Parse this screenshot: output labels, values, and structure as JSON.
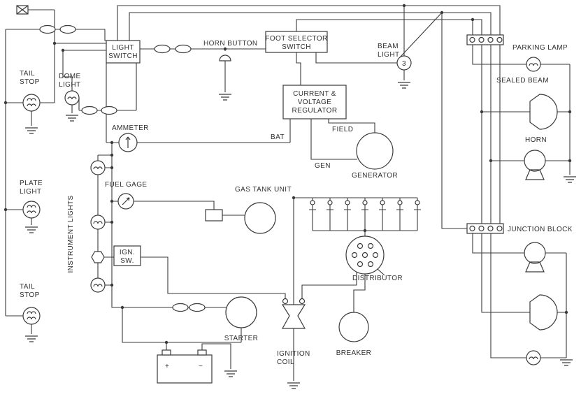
{
  "diagram": {
    "labels": {
      "tail_stop_top_1": "TAIL",
      "tail_stop_top_2": "STOP",
      "dome_light_1": "DOME",
      "dome_light_2": "LIGHT",
      "light_switch_1": "LIGHT",
      "light_switch_2": "SWITCH",
      "horn_button": "HORN BUTTON",
      "foot_selector_1": "FOOT SELECTOR",
      "foot_selector_2": "SWITCH",
      "beam_light_1": "BEAM",
      "beam_light_2": "LIGHT",
      "beam_light_filament": "3",
      "parking_lamp": "PARKING LAMP",
      "sealed_beam": "SEALED BEAM",
      "horn": "HORN",
      "regulator_1": "CURRENT &",
      "regulator_2": "VOLTAGE",
      "regulator_3": "REGULATOR",
      "bat": "BAT",
      "gen": "GEN",
      "field": "FIELD",
      "generator": "GENERATOR",
      "ammeter": "AMMETER",
      "fuel_gage": "FUEL GAGE",
      "plate_light_1": "PLATE",
      "plate_light_2": "LIGHT",
      "instrument_lights": "INSTRUMENT LIGHTS",
      "ign_sw_1": "IGN.",
      "ign_sw_2": "SW.",
      "gas_tank_unit": "GAS TANK UNIT",
      "junction_block": "JUNCTION BLOCK",
      "distributor": "DISTRIBUTOR",
      "tail_stop_bottom_1": "TAIL",
      "tail_stop_bottom_2": "STOP",
      "starter": "STARTER",
      "ignition_coil_1": "IGNITION",
      "ignition_coil_2": "COIL",
      "breaker": "BREAKER",
      "battery_positive": "+",
      "battery_negative": "−"
    },
    "colors": {
      "wire": "#3a3a3a",
      "background": "#ffffff",
      "text": "#2f2f2f"
    }
  }
}
